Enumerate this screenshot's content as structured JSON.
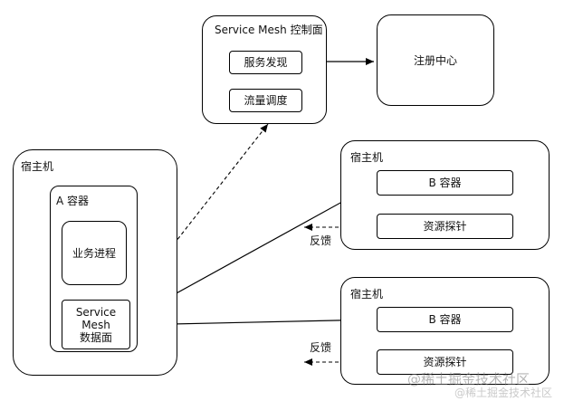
{
  "control_plane": {
    "title": "Service Mesh 控制面",
    "service_discovery": "服务发现",
    "traffic_scheduling": "流量调度"
  },
  "registry": {
    "label": "注册中心"
  },
  "host_a": {
    "title": "宿主机",
    "container_title": "A 容器",
    "business_process": "业务进程",
    "data_plane": [
      "Service",
      "Mesh",
      "数据面"
    ]
  },
  "host_b1": {
    "title": "宿主机",
    "container": "B 容器",
    "probe": "资源探针",
    "feedback": "反馈"
  },
  "host_b2": {
    "title": "宿主机",
    "container": "B 容器",
    "probe": "资源探针",
    "feedback": "反馈"
  },
  "watermark": {
    "text": "@稀土掘金技术社区",
    "subtext": "@稀土掘金技术社区"
  }
}
